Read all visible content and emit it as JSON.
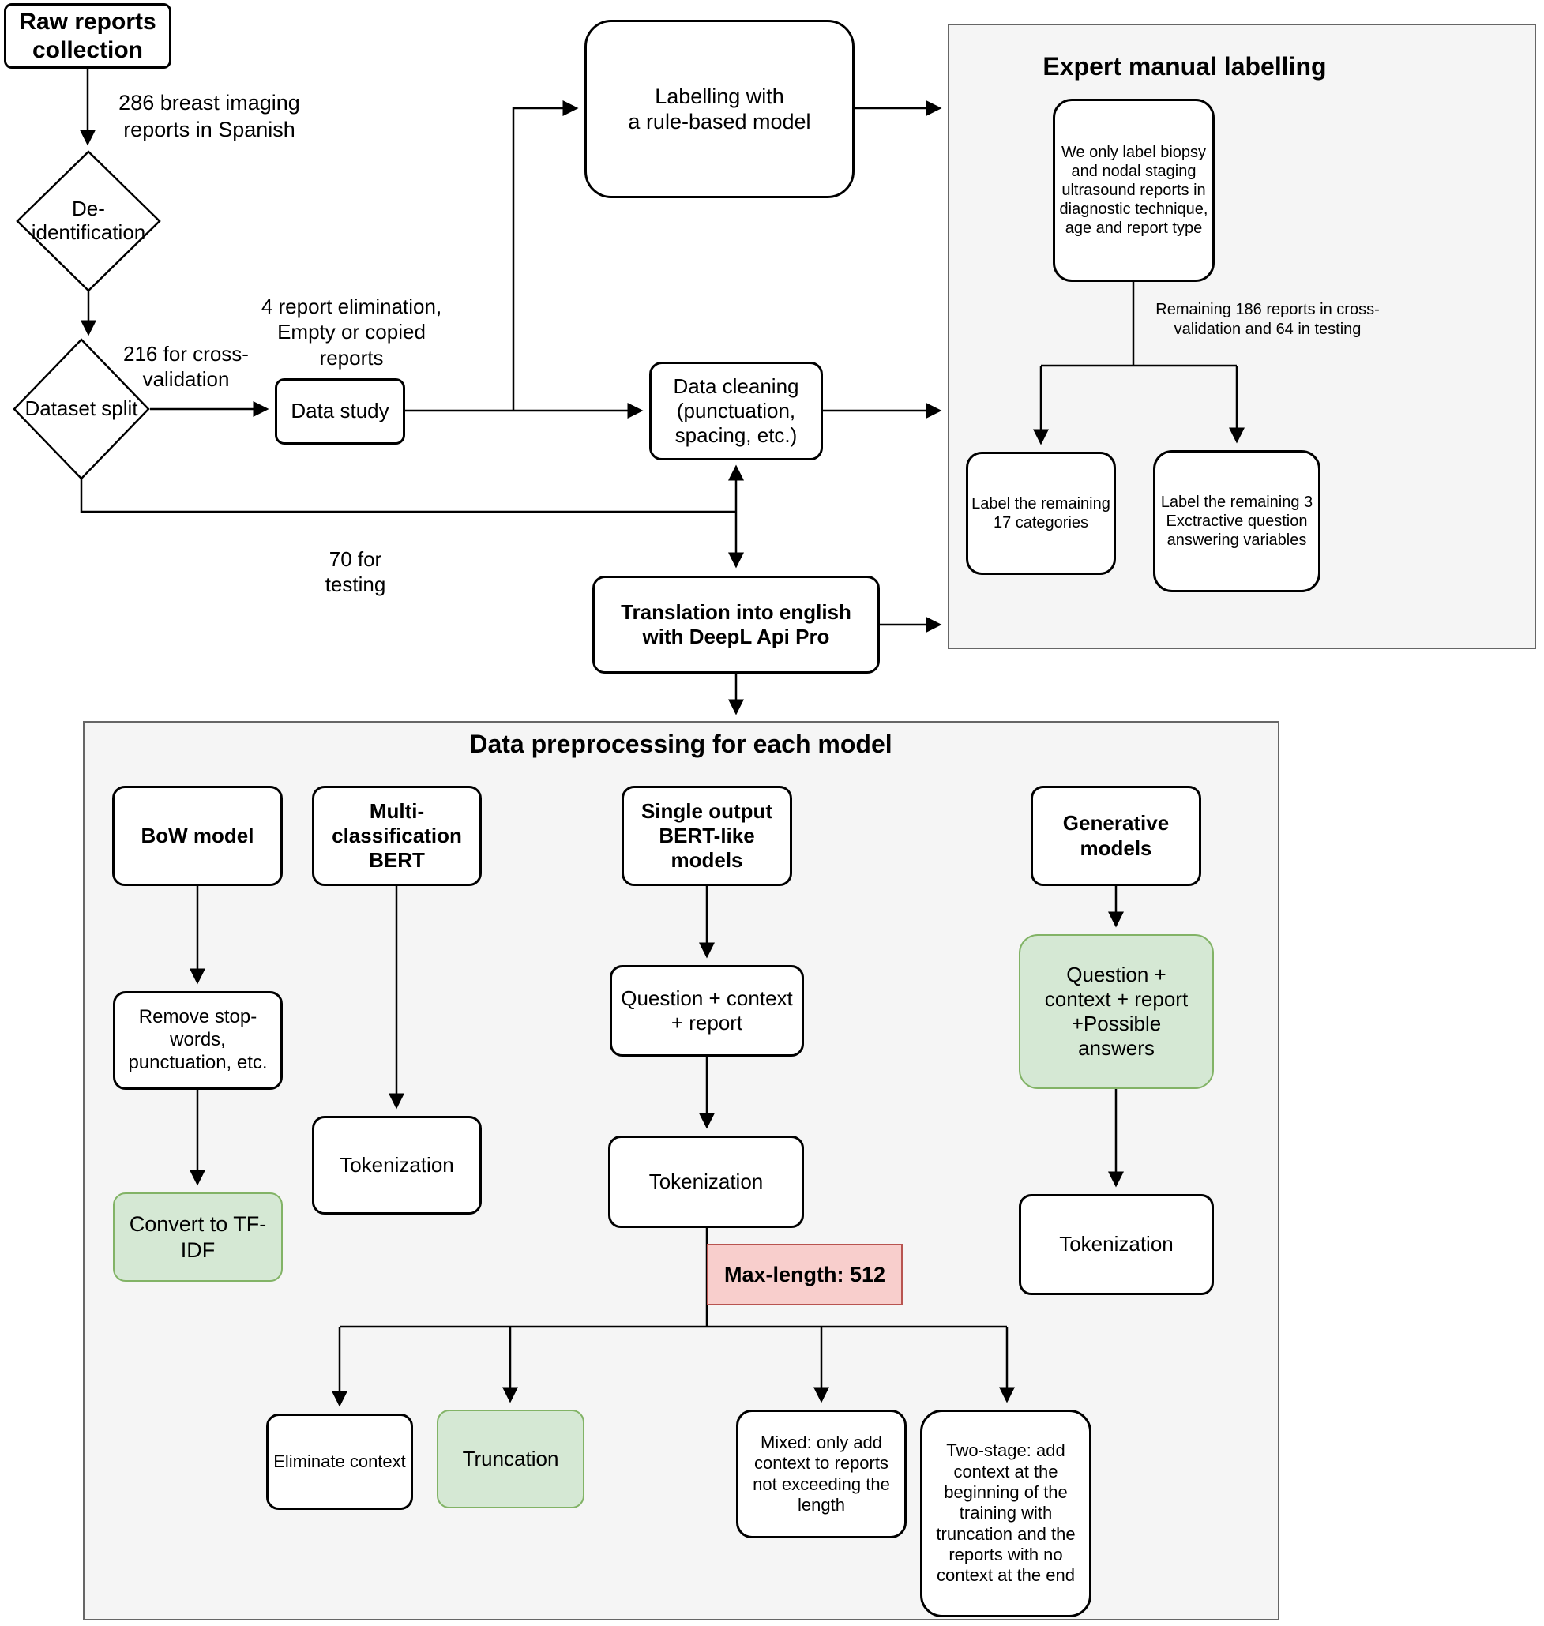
{
  "colors": {
    "box_fill": "#ffffff",
    "box_stroke": "#000000",
    "green_fill": "#d5e8d4",
    "green_stroke": "#82b366",
    "pink_fill": "#f8cecc",
    "pink_stroke": "#b85450",
    "panel_fill": "#f5f5f5",
    "panel_stroke": "#666666"
  },
  "flow": {
    "raw_reports": "Raw reports\ncollection",
    "label_286": "286 breast imaging\nreports in Spanish",
    "deidentification": "De-\nidentification",
    "label_216": "216 for cross-\nvalidation",
    "dataset_split": "Dataset split",
    "data_study": "Data study",
    "label_4report": "4 report elimination,\nEmpty or copied\nreports",
    "labelling_rule": "Labelling with\na rule-based model",
    "data_cleaning": "Data cleaning\n(punctuation,\nspacing, etc.)",
    "label_70": "70 for\ntesting",
    "translation": "Translation into english\nwith DeepL Api Pro"
  },
  "expert_panel": {
    "title": "Expert manual labelling",
    "biopsy_note": "We only label biopsy\nand nodal staging\nultrasound reports in\ndiagnostic technique,\nage and report type",
    "remaining_186": "Remaining 186 reports in cross-\nvalidation and 64 in testing",
    "label_17": "Label the remaining\n17 categories",
    "label_3": "Label the remaining 3\nExctractive question\nanswering variables"
  },
  "preprocessing_panel": {
    "title": "Data preprocessing for each model",
    "bow_model": "BoW model",
    "multi_bert": "Multi-\nclassification\nBERT",
    "single_bert": "Single output\nBERT-like\nmodels",
    "generative": "Generative\nmodels",
    "remove_stop": "Remove stop-\nwords,\npunctuation, etc.",
    "tfidf": "Convert to TF-\nIDF",
    "tokenization_multi": "Tokenization",
    "question_context": "Question + context\n+ report",
    "tokenization_single": "Tokenization",
    "max_length": "Max-length: 512",
    "question_context_answers": "Question +\ncontext + report\n+Possible\nanswers",
    "tokenization_gen": "Tokenization",
    "eliminate_context": "Eliminate context",
    "truncation": "Truncation",
    "mixed": "Mixed: only add\ncontext to reports\nnot exceeding the\nlength",
    "two_stage": "Two-stage: add\ncontext at the\nbeginning of the\ntraining with\ntruncation and the\nreports with no\ncontext at the end"
  }
}
